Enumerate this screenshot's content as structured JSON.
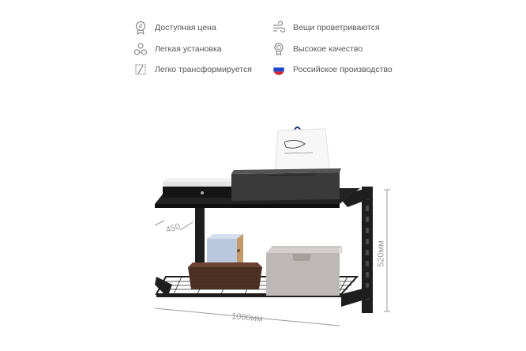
{
  "features": [
    {
      "icon": "price-tag-icon",
      "label": "Доступная цена"
    },
    {
      "icon": "airflow-icon",
      "label": "Вещи проветриваются"
    },
    {
      "icon": "installation-icon",
      "label": "Легкая установка"
    },
    {
      "icon": "quality-medal-icon",
      "label": "Высокое качество"
    },
    {
      "icon": "transform-icon",
      "label": "Легко трансформируется"
    },
    {
      "icon": "russian-flag-icon",
      "label": "Российское производство"
    }
  ],
  "dimensions": {
    "depth": "450",
    "height": "520мм",
    "width": "1000мм"
  },
  "colors": {
    "text": "#555555",
    "icon": "#8a8a8a",
    "frame": "#1e1e1e",
    "dimension": "#9a9a9a"
  }
}
